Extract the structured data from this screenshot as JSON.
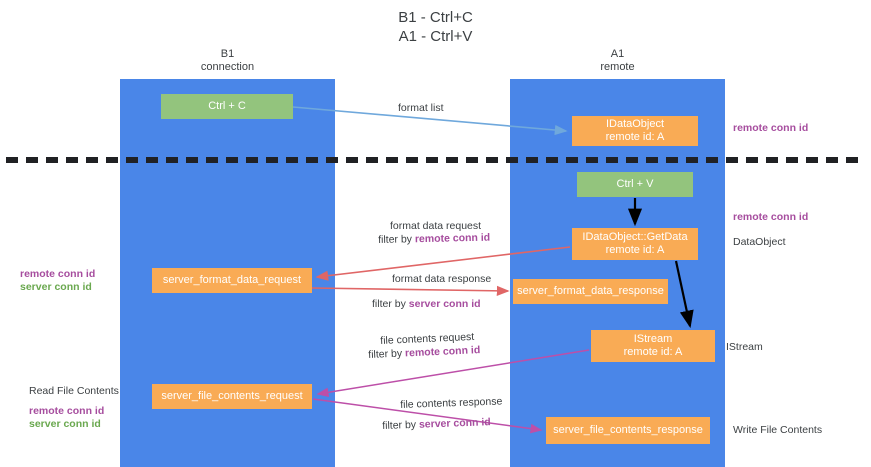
{
  "title": {
    "line1": "B1 - Ctrl+C",
    "line2": "A1 - Ctrl+V"
  },
  "lanes": [
    {
      "id": "b1",
      "name": "B1",
      "role": "connection",
      "color": "#4a86e8"
    },
    {
      "id": "a1",
      "name": "A1",
      "role": "remote",
      "color": "#4a86e8"
    }
  ],
  "nodes": {
    "ctrl_c": {
      "line1": "Ctrl + C",
      "line2": "",
      "color": "#93c47d"
    },
    "idataobject": {
      "line1": "IDataObject",
      "line2": "remote id: A",
      "color": "#f9ab55"
    },
    "ctrl_v": {
      "line1": "Ctrl + V",
      "line2": "",
      "color": "#93c47d"
    },
    "getdata": {
      "line1": "IDataObject::GetData",
      "line2": "remote id: A",
      "color": "#f9ab55"
    },
    "fmt_request": {
      "line1": "server_format_data_request",
      "line2": "",
      "color": "#f9ab55"
    },
    "fmt_response": {
      "line1": "server_format_data_response",
      "line2": "",
      "color": "#f9ab55"
    },
    "istream": {
      "line1": "IStream",
      "line2": "remote id: A",
      "color": "#f9ab55"
    },
    "file_request": {
      "line1": "server_file_contents_request",
      "line2": "",
      "color": "#f9ab55"
    },
    "file_response": {
      "line1": "server_file_contents_response",
      "line2": "",
      "color": "#f9ab55"
    }
  },
  "edges": {
    "format_list": {
      "label": "format list"
    },
    "fmt_req_title": {
      "label": "format data request"
    },
    "fmt_req_filter": {
      "prefix": "filter by ",
      "key": "remote conn id"
    },
    "fmt_resp_title": {
      "label": "format data response"
    },
    "fmt_resp_filter": {
      "prefix": "filter by ",
      "key": "server conn id"
    },
    "file_req_title": {
      "label": "file contents request"
    },
    "file_req_filter": {
      "prefix": "filter by ",
      "key": "remote conn id"
    },
    "file_resp_title": {
      "label": "file contents response"
    },
    "file_resp_filter": {
      "prefix": "filter by ",
      "key": "server conn id"
    }
  },
  "annotations": {
    "remote_conn_id_top": "remote conn id",
    "remote_conn_id_mid": "remote conn id",
    "dataobject": "DataObject",
    "istream": "IStream",
    "write_file_contents": "Write File Contents",
    "read_file_contents": "Read File Contents",
    "left_mid_purple": "remote conn id",
    "left_mid_green": "server conn id",
    "left_low_purple": "remote conn id",
    "left_low_green": "server conn id"
  },
  "colors": {
    "lane": "#4a86e8",
    "green_node": "#93c47d",
    "orange_node": "#f9ab55",
    "purple_text": "#a64d9e",
    "green_text": "#6aa84f",
    "blue_arrow": "#6fa8dc",
    "red_arrow": "#e06666",
    "magenta_arrow": "#c27ba0",
    "black_arrow": "#000000",
    "divider": "#202124"
  }
}
